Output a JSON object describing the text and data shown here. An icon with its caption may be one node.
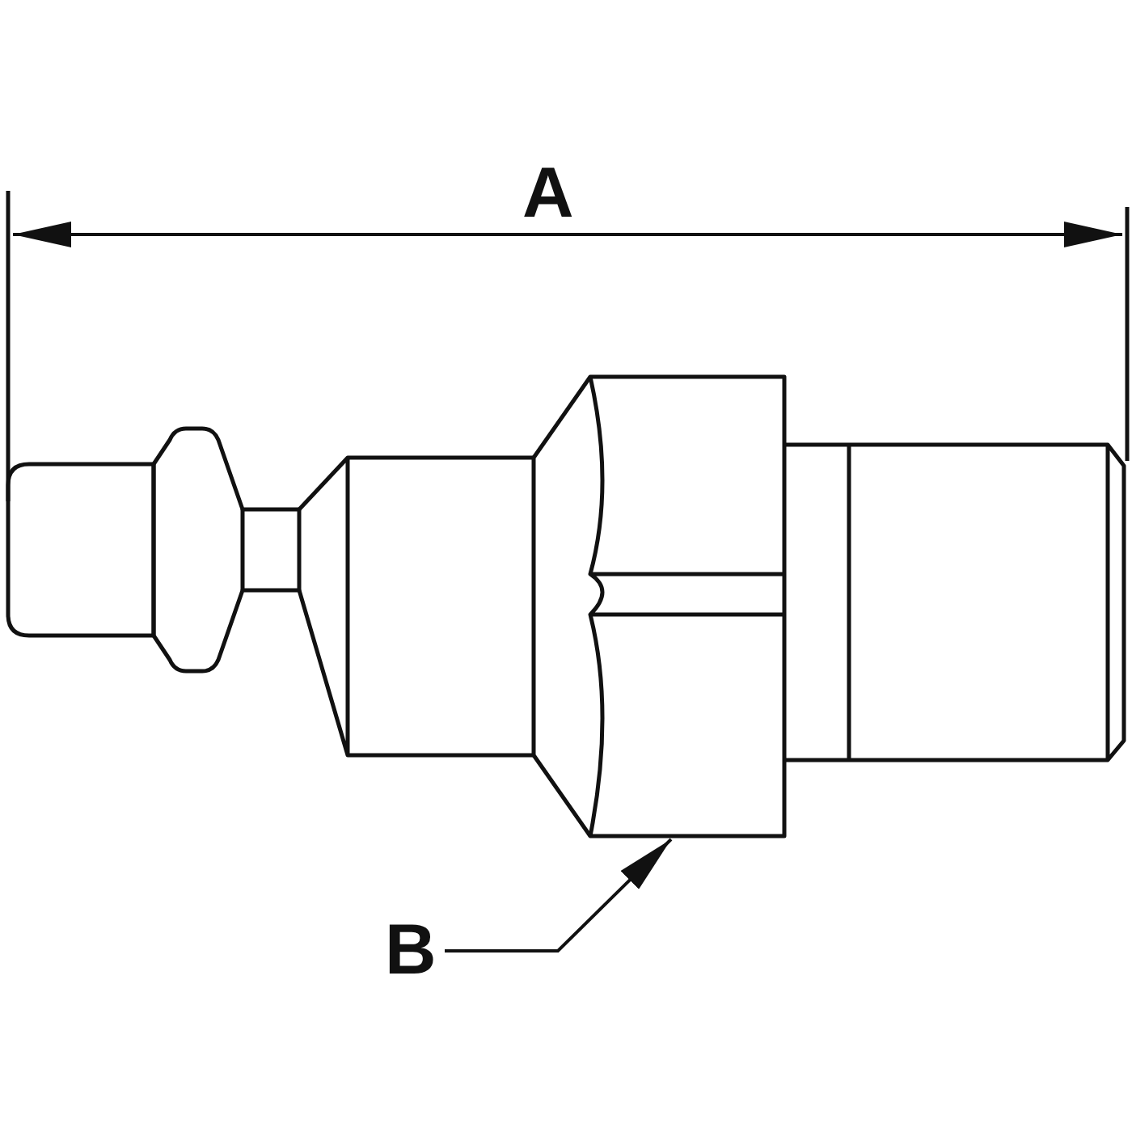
{
  "diagram": {
    "nodes": [
      {
        "text": [
          "B"
        ]
      },
      {
        "text": [],
        "shape": "picture"
      }
    ],
    "edges": [
      {
        "from": 0,
        "to": 1,
        "arrow": "to"
      }
    ],
    "labels": [
      "A"
    ]
  }
}
